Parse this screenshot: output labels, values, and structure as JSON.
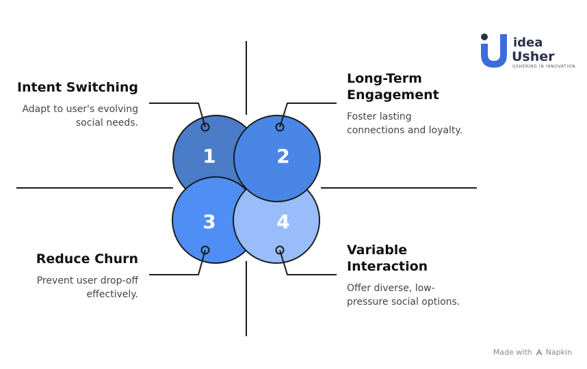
{
  "logo": {
    "line1": "idea",
    "line2": "Usher",
    "tagline": "USHERING IN INNOVATION",
    "primary_color": "#3b6fd8",
    "dark_color": "#2b2f48"
  },
  "quadrants": [
    {
      "number": "1",
      "heading": "Intent Switching",
      "description_lines": [
        "Adapt to user's evolving",
        "social needs."
      ],
      "color": "#4a7cc8"
    },
    {
      "number": "2",
      "heading_lines": [
        "Long-Term",
        "Engagement"
      ],
      "description_lines": [
        "Foster lasting",
        "connections and loyalty."
      ],
      "color": "#4a86e6"
    },
    {
      "number": "3",
      "heading": "Reduce Churn",
      "description_lines": [
        "Prevent user drop-off",
        "effectively."
      ],
      "color": "#4f8ef5"
    },
    {
      "number": "4",
      "heading_lines": [
        "Variable",
        "Interaction"
      ],
      "description_lines": [
        "Offer diverse, low-",
        "pressure social options."
      ],
      "color": "#98bdfa"
    }
  ],
  "footer": {
    "made_with": "Made with",
    "brand": "Napkin"
  }
}
